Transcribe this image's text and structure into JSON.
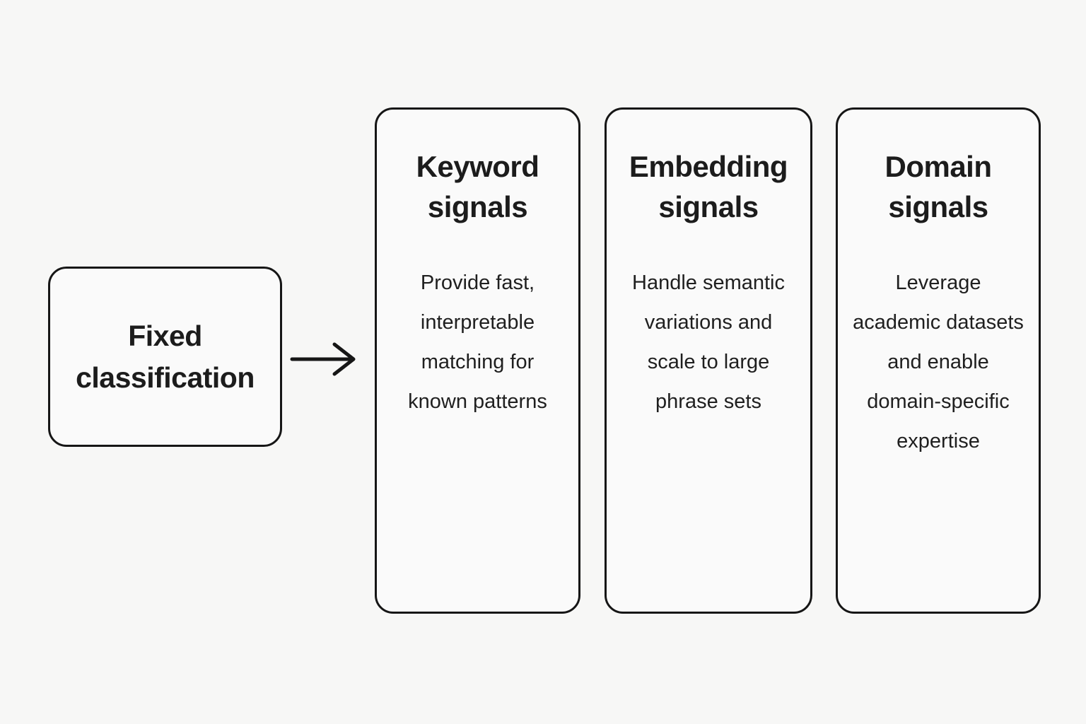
{
  "diagram": {
    "background_color": "#f7f7f6",
    "border_color": "#161616",
    "text_color": "#1c1c1c",
    "source_node": {
      "label": "Fixed classification"
    },
    "arrow": {
      "name": "right-arrow",
      "direction": "right"
    },
    "columns": [
      {
        "title": "Keyword signals",
        "description": "Provide fast, interpretable matching for known patterns"
      },
      {
        "title": "Embedding signals",
        "description": "Handle semantic variations and scale to large phrase sets"
      },
      {
        "title": "Domain signals",
        "description": "Leverage academic datasets and enable domain-specific expertise"
      }
    ]
  }
}
